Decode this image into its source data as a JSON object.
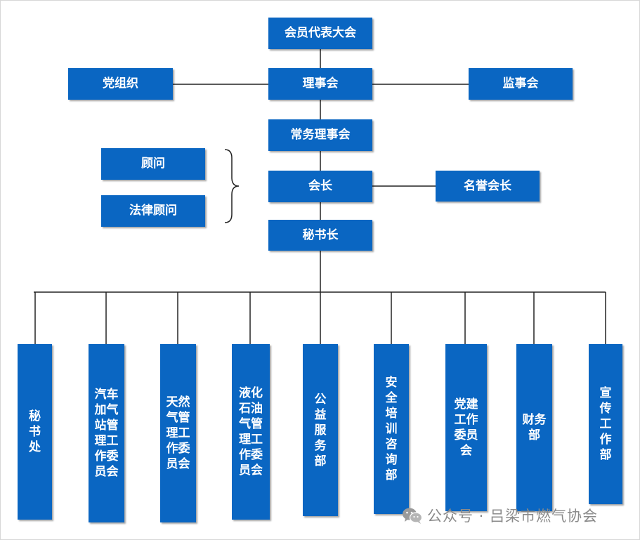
{
  "colors": {
    "box": "#0a66c2",
    "line": "#222222",
    "watermark": "#8a8a8a"
  },
  "top": {
    "assembly": "会员代表大会",
    "council": "理事会",
    "party": "党组织",
    "supervisors": "监事会",
    "standing": "常务理事会",
    "president": "会长",
    "honorary": "名誉会长",
    "advisor": "顾问",
    "legal_advisor": "法律顾问",
    "secretary_general": "秘书长"
  },
  "departments": [
    "秘书处",
    "汽车加气站管理工作委员会",
    "天然气管理工作委员会",
    "液化石油气管理工作委员会",
    "公益服务部",
    "安全培训咨询部",
    "党建工作委员会",
    "财务部",
    "宣传工作部"
  ],
  "watermark": {
    "icon": "wechat-icon",
    "text": "公众号 · 吕梁市燃气协会"
  }
}
